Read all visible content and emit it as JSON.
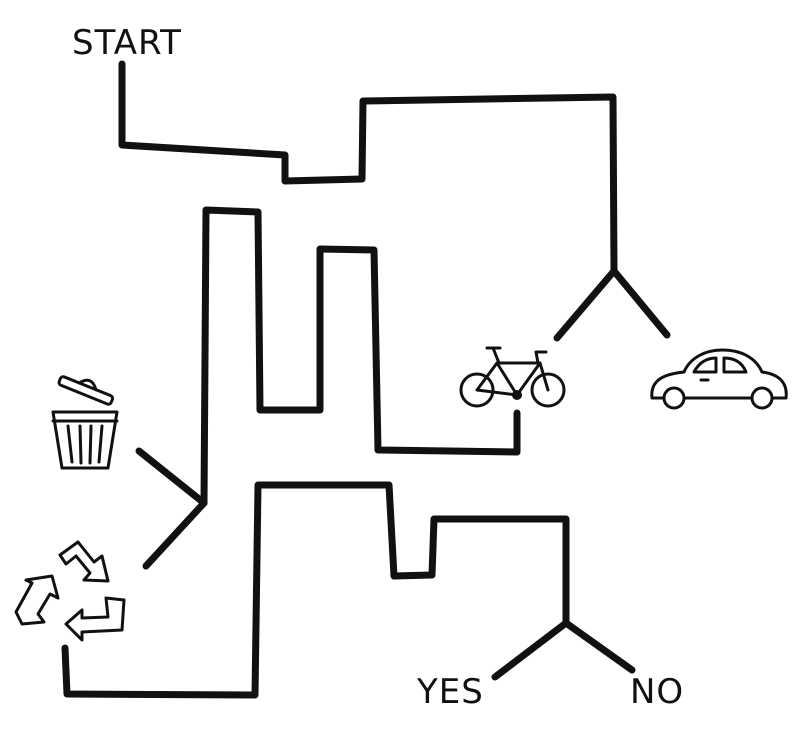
{
  "labels": {
    "start": "START",
    "yes": "YES",
    "no": "NO"
  },
  "icons": [
    "trash-can-icon",
    "recycle-icon",
    "bicycle-icon",
    "car-icon"
  ],
  "colors": {
    "ink": "#111111",
    "background": "#ffffff"
  }
}
